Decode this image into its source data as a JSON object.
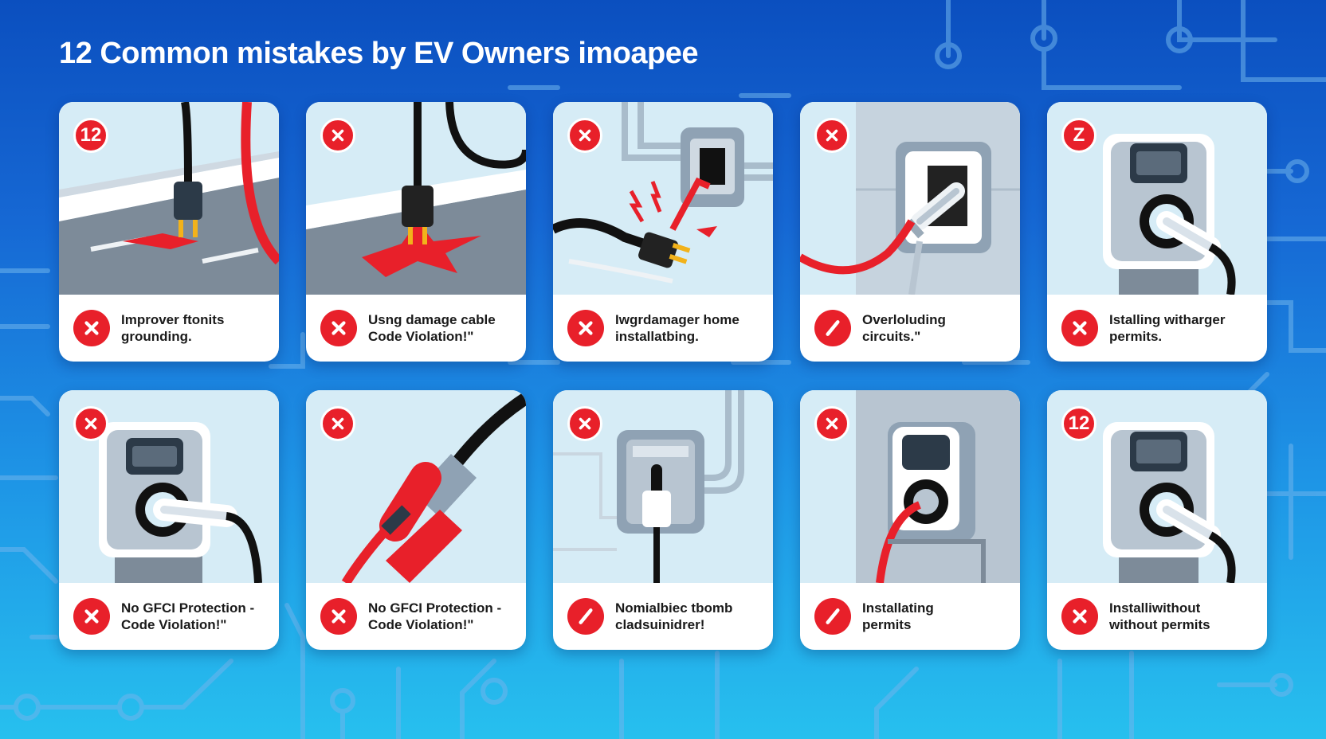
{
  "title": "12 Common mistakes by EV Owners imoapee",
  "colors": {
    "background_top": "#0b4fbf",
    "background_bottom": "#27c0ee",
    "warning_red": "#e8202a",
    "card_white": "#ffffff",
    "illustration_bg": "#d6ecf6"
  },
  "cards": [
    {
      "badge": "12",
      "badge_icon": "",
      "caption_icon": "x-icon",
      "line1": "Improver ftonits",
      "line2": "grounding.",
      "illustration": "unplugged-cable-on-floor"
    },
    {
      "badge": "",
      "badge_icon": "x-icon",
      "caption_icon": "x-icon",
      "line1": "Usng damage cable",
      "line2": "Code Violation!\"",
      "illustration": "damaged-plug-on-floor"
    },
    {
      "badge": "",
      "badge_icon": "x-icon",
      "caption_icon": "x-icon",
      "line1": "Iwgrdamager home",
      "line2": "installatbing.",
      "illustration": "sparking-outlet"
    },
    {
      "badge": "",
      "badge_icon": "x-icon",
      "caption_icon": "slash-icon",
      "line1": "Overloluding",
      "line2": "circuits.\"",
      "illustration": "overloaded-socket"
    },
    {
      "badge": "Z",
      "badge_icon": "",
      "caption_icon": "x-icon",
      "line1": "Istalling witharger",
      "line2": "permits.",
      "illustration": "wall-charger"
    },
    {
      "badge": "",
      "badge_icon": "x-icon",
      "caption_icon": "x-icon",
      "line1": "No GFCI Protection -",
      "line2": "Code Violation!\"",
      "illustration": "wall-charger-connector"
    },
    {
      "badge": "",
      "badge_icon": "x-icon",
      "caption_icon": "x-icon",
      "line1": "No GFCI Protection -",
      "line2": "Code Violation!\"",
      "illustration": "red-connector-cable"
    },
    {
      "badge": "",
      "badge_icon": "x-icon",
      "caption_icon": "slash-icon",
      "line1": "Nomialbiec tbomb",
      "line2": "cladsuinidrer!",
      "illustration": "wired-outlet"
    },
    {
      "badge": "",
      "badge_icon": "x-icon",
      "caption_icon": "slash-icon",
      "line1": "Installating",
      "line2": "permits",
      "illustration": "charger-red-cable"
    },
    {
      "badge": "12",
      "badge_icon": "",
      "caption_icon": "x-icon",
      "line1": "Installiwithout",
      "line2": "without permits",
      "illustration": "wall-charger"
    }
  ]
}
